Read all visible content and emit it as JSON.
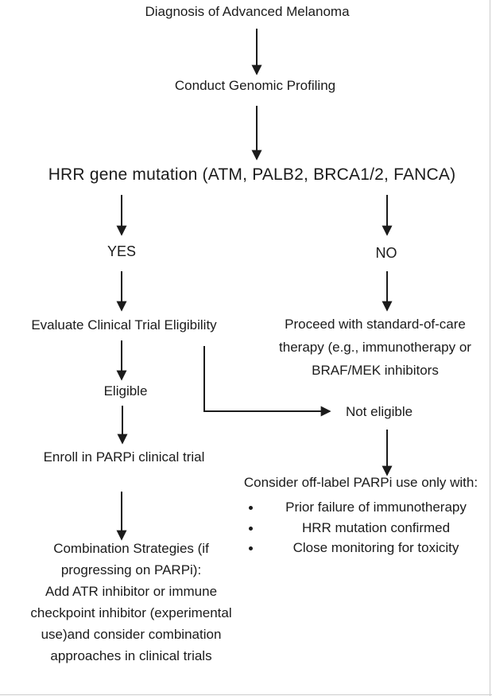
{
  "colors": {
    "background": "#ffffff",
    "text": "#1b1b1b",
    "connector": "#1b1b1b",
    "page_edge": "#cccccc"
  },
  "flowchart": {
    "nodes": {
      "diagnosis": "Diagnosis of Advanced Melanoma",
      "profiling": "Conduct Genomic Profiling",
      "hrr_decision": "HRR gene mutation (ATM, PALB2, BRCA1/2, FANCA)",
      "yes_label": "YES",
      "no_label": "NO",
      "evaluate": "Evaluate Clinical Trial Eligibility",
      "standard_care_lines": [
        "Proceed with standard-of-care",
        "therapy (e.g., immunotherapy or",
        "BRAF/MEK inhibitors"
      ],
      "eligible_label": "Eligible",
      "not_eligible_label": "Not eligible",
      "enroll": "Enroll in PARPi clinical trial",
      "off_label_heading": "Consider off-label PARPi use only with:",
      "off_label_bullets": [
        "Prior failure of immunotherapy",
        "HRR mutation confirmed",
        "Close monitoring for toxicity"
      ],
      "combination_lines": [
        "Combination Strategies (if",
        "progressing on PARPi):",
        "Add ATR inhibitor or immune",
        "checkpoint inhibitor (experimental",
        "use)and consider combination",
        "approaches in clinical trials"
      ]
    }
  }
}
